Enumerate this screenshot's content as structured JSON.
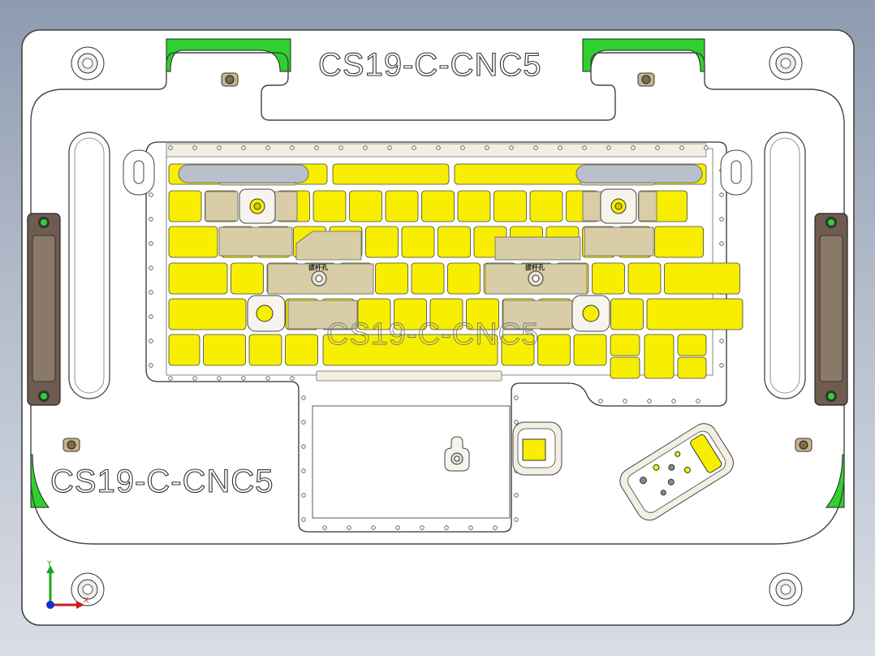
{
  "part_labels": {
    "top": "CS19-C-CNC5",
    "bottom_left": "CS19-C-CNC5",
    "center_faint": "CS19-C-CNC5"
  },
  "pin_notes": {
    "left": "拔杆孔",
    "right": "拔杆孔"
  },
  "triad": {
    "x_label": "X",
    "y_label": "Y"
  },
  "colors": {
    "key_yellow": "#f7ee00",
    "green_tab": "#2fd12f",
    "handle_brown": "#6e5c50",
    "pocket_tan": "#d8cda7",
    "plate": "#ffffff"
  }
}
